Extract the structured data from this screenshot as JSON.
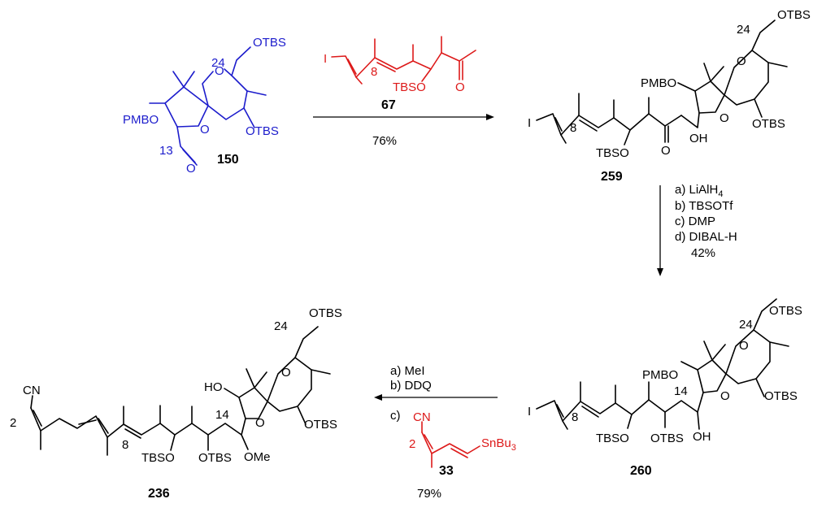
{
  "colors": {
    "start_material": "#1c1ccc",
    "reagent": "#dd1a1a",
    "product": "#000000"
  },
  "compound_150": {
    "id": "150",
    "labels": {
      "otbs_top": "OTBS",
      "otbs_bottom": "OTBS",
      "pmbo": "PMBO",
      "ring_o1": "O",
      "ring_o2": "O",
      "aldehyde_o": "O",
      "c24": "24",
      "c13": "13"
    }
  },
  "compound_67": {
    "id": "67",
    "labels": {
      "iodo": "I",
      "c8": "8",
      "tbso": "TBSO",
      "ketone_o": "O"
    }
  },
  "step1": {
    "yield": "76%"
  },
  "compound_259": {
    "id": "259",
    "labels": {
      "otbs_top": "OTBS",
      "otbs_bottom": "OTBS",
      "pmbo": "PMBO",
      "ring_o1": "O",
      "ring_o2": "O",
      "c24": "24",
      "c8": "8",
      "iodo": "I",
      "tbso": "TBSO",
      "ketone_o": "O",
      "oh": "OH"
    }
  },
  "step2": {
    "conditions": [
      {
        "prefix": "a) LiAlH",
        "sub": "4"
      },
      {
        "prefix": "b) TBSOTf",
        "sub": ""
      },
      {
        "prefix": "c) DMP",
        "sub": ""
      },
      {
        "prefix": "d) DIBAL-H",
        "sub": ""
      }
    ],
    "yield": "42%"
  },
  "compound_260": {
    "id": "260",
    "labels": {
      "otbs_top": "OTBS",
      "otbs_bottom": "OTBS",
      "otbs_mid": "OTBS",
      "pmbo": "PMBO",
      "ring_o1": "O",
      "ring_o2": "O",
      "c24": "24",
      "c14": "14",
      "c8": "8",
      "iodo": "I",
      "tbso": "TBSO",
      "oh": "OH"
    }
  },
  "step3": {
    "conditions": [
      "a) MeI",
      "b) DDQ",
      "c)"
    ],
    "yield": "79%"
  },
  "compound_33": {
    "id": "33",
    "labels": {
      "cn": "CN",
      "c2": "2",
      "sn_prefix": "SnBu",
      "sn_sub": "3"
    }
  },
  "compound_236": {
    "id": "236",
    "labels": {
      "otbs_top": "OTBS",
      "otbs_bottom": "OTBS",
      "otbs_mid": "OTBS",
      "ho": "HO",
      "ring_o1": "O",
      "ring_o2": "O",
      "c24": "24",
      "c14": "14",
      "c8": "8",
      "c2": "2",
      "cn": "CN",
      "tbso": "TBSO",
      "ome": "OMe"
    }
  }
}
